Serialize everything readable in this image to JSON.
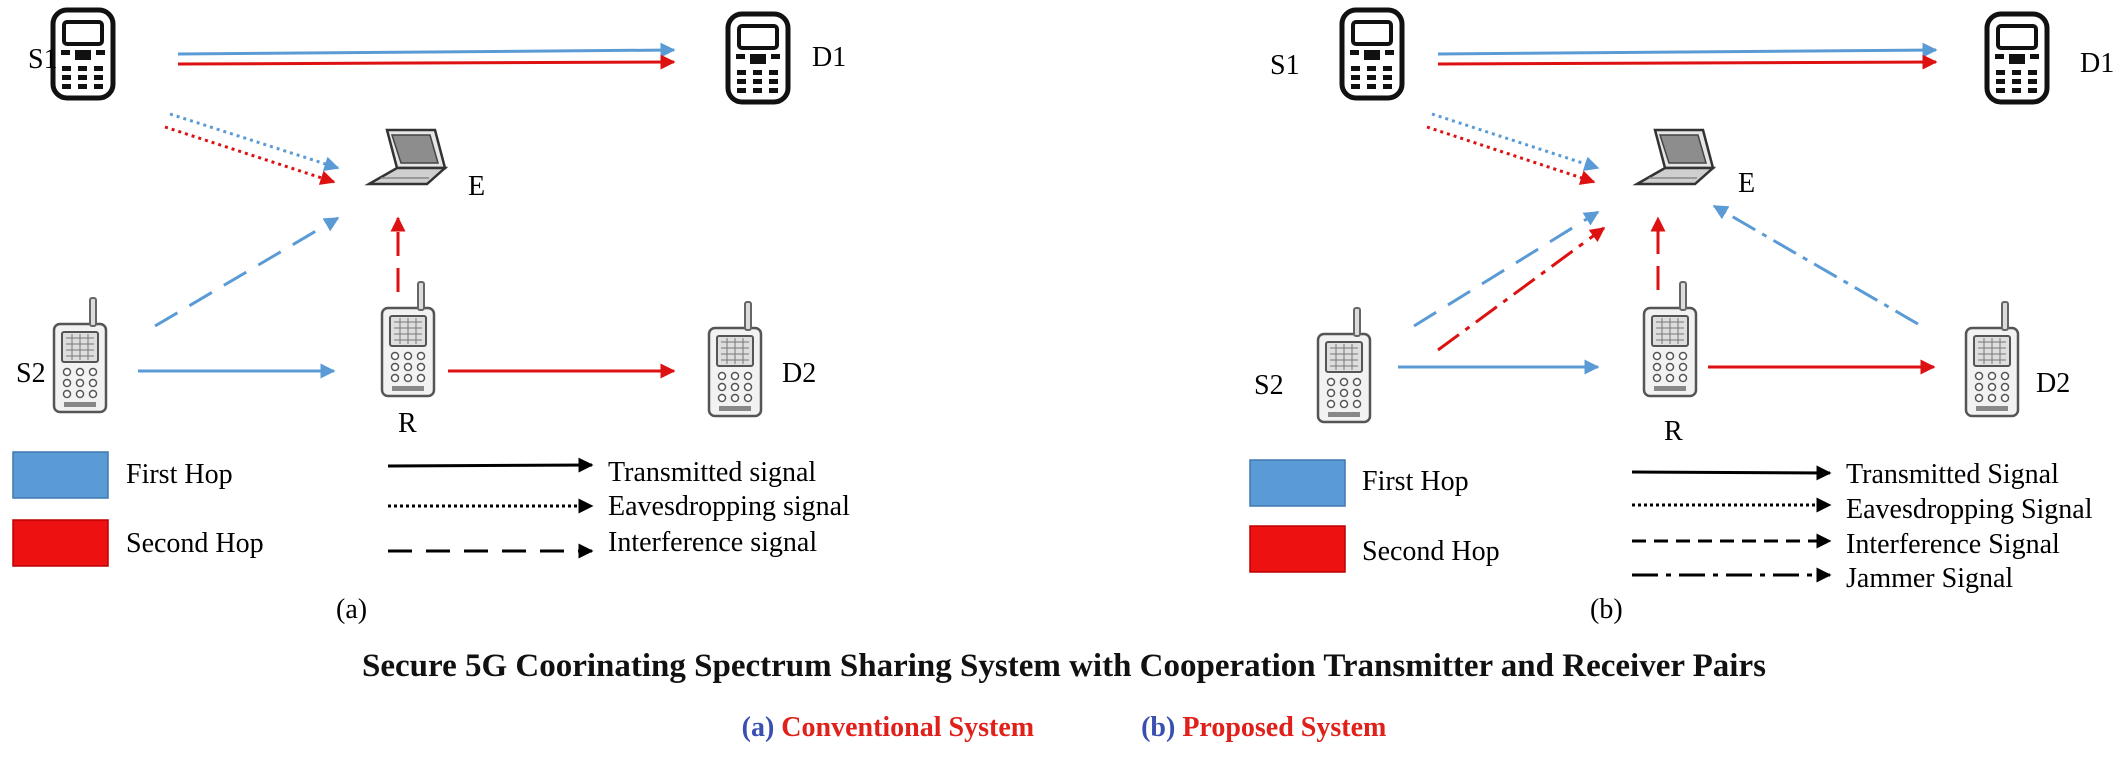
{
  "colors": {
    "first_hop": "#5b9bd5",
    "second_hop": "#ee1111",
    "arrow_first": "#5b9bd5",
    "arrow_second": "#dd1111",
    "caption_letter": "#3a4fb0",
    "caption_name": "#e0201a"
  },
  "icons": {
    "source_device": "phone-icon",
    "destination_device": "phone-icon",
    "eavesdropper": "laptop-icon",
    "relay": "walkie-talkie-icon",
    "secondary_device": "walkie-talkie-icon"
  },
  "panel_a": {
    "caption": "(a)",
    "nodes": {
      "s1": "S1",
      "d1": "D1",
      "e": "E",
      "s2": "S2",
      "r": "R",
      "d2": "D2"
    },
    "legend": {
      "first_hop": "First Hop",
      "second_hop": "Second Hop",
      "transmitted": "Transmitted signal",
      "eavesdropping": "Eavesdropping signal",
      "interference": "Interference signal"
    }
  },
  "panel_b": {
    "caption": "(b)",
    "nodes": {
      "s1": "S1",
      "d1": "D1",
      "e": "E",
      "s2": "S2",
      "r": "R",
      "d2": "D2"
    },
    "legend": {
      "first_hop": "First Hop",
      "second_hop": "Second Hop",
      "transmitted": "Transmitted Signal",
      "eavesdropping": "Eavesdropping Signal",
      "interference": "Interference Signal",
      "jammer": "Jammer Signal"
    }
  },
  "caption": {
    "title": "Secure 5G Coorinating Spectrum Sharing System with Cooperation Transmitter and Receiver Pairs",
    "a_letter": "(a)",
    "a_name": "Conventional System",
    "b_letter": "(b)",
    "b_name": "Proposed System"
  }
}
